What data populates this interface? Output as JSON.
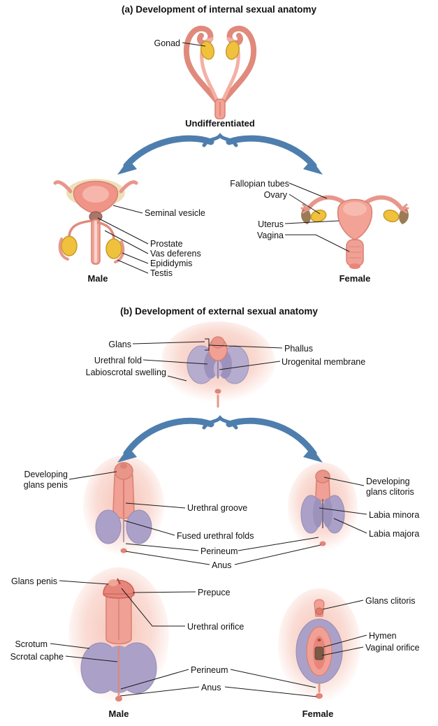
{
  "colors": {
    "pink": "#F2A396",
    "pink_dark": "#D97F70",
    "pink_deep": "#E8857A",
    "yellow": "#EFC13D",
    "yellow_dark": "#C89B28",
    "purple": "#ABA1C8",
    "purple_dark": "#948AB8",
    "arrow_blue": "#4E7EAE",
    "cream": "#EDE0B8",
    "brown": "#9A7B55",
    "text": "#111111"
  },
  "section_a": {
    "title": "(a) Development of internal sexual anatomy",
    "undifferentiated": {
      "gonad": "Gonad",
      "caption": "Undifferentiated"
    },
    "male": {
      "seminal_vesicle": "Seminal vesicle",
      "prostate": "Prostate",
      "vas_deferens": "Vas deferens",
      "epididymis": "Epididymis",
      "testis": "Testis",
      "caption": "Male"
    },
    "female": {
      "fallopian_tubes": "Fallopian tubes",
      "ovary": "Ovary",
      "uterus": "Uterus",
      "vagina": "Vagina",
      "caption": "Female"
    }
  },
  "section_b": {
    "title": "(b) Development of external sexual anatomy",
    "undifferentiated": {
      "glans": "Glans",
      "phallus": "Phallus",
      "urethral_fold": "Urethral fold",
      "urogenital_membrane": "Urogenital membrane",
      "labioscrotal_swelling": "Labioscrotal swelling"
    },
    "developing": {
      "glans_penis": "Developing\nglans penis",
      "urethral_groove": "Urethral groove",
      "glans_clitoris": "Developing\nglans clitoris",
      "labia_minora": "Labia minora",
      "fused_urethral_folds": "Fused urethral folds",
      "labia_majora": "Labia majora",
      "perineum": "Perineum",
      "anus": "Anus"
    },
    "mature": {
      "glans_penis": "Glans penis",
      "prepuce": "Prepuce",
      "glans_clitoris": "Glans clitoris",
      "urethral_orifice": "Urethral orifice",
      "scrotum": "Scrotum",
      "hymen": "Hymen",
      "scrotal_raphe": "Scrotal caphe",
      "vaginal_orifice": "Vaginal orifice",
      "perineum": "Perineum",
      "anus": "Anus",
      "male_caption": "Male",
      "female_caption": "Female"
    }
  }
}
